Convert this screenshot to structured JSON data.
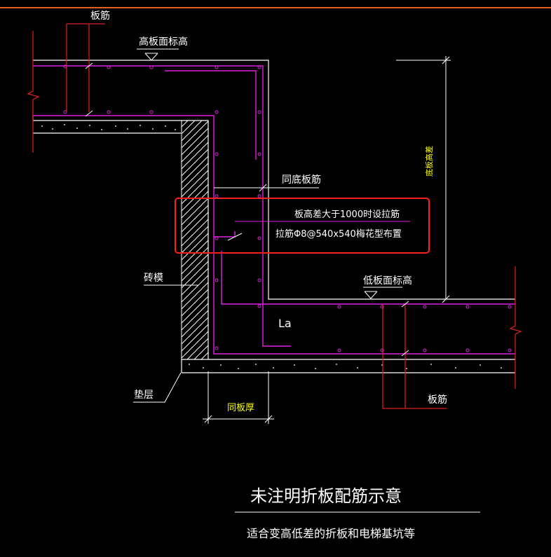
{
  "labels": {
    "slab_rebar_top": "板筋",
    "high_slab_top": "高板面标高",
    "same_bottom_rebar": "同底板筋",
    "note_line1": "板高差大于1000时设拉筋",
    "note_line2": "拉筋Φ8@540x540梅花型布置",
    "brick_form": "砖模",
    "bottom_elev_diff": "底板高差",
    "low_slab_top": "低板面标高",
    "la": "La",
    "cushion": "垫层",
    "same_slab_thickness": "同板厚",
    "slab_rebar_bottom": "板筋"
  },
  "title": "未注明折板配筋示意",
  "subtitle": "适合变高低差的折板和电梯基坑等",
  "colors": {
    "background": "#000000",
    "rebar": "#e020e0",
    "dimension": "#e02020",
    "highlight_box": "#ff1e1e",
    "concrete": "#ffffff",
    "yellow_text": "#ffff00",
    "top_rule": "#e06020"
  }
}
